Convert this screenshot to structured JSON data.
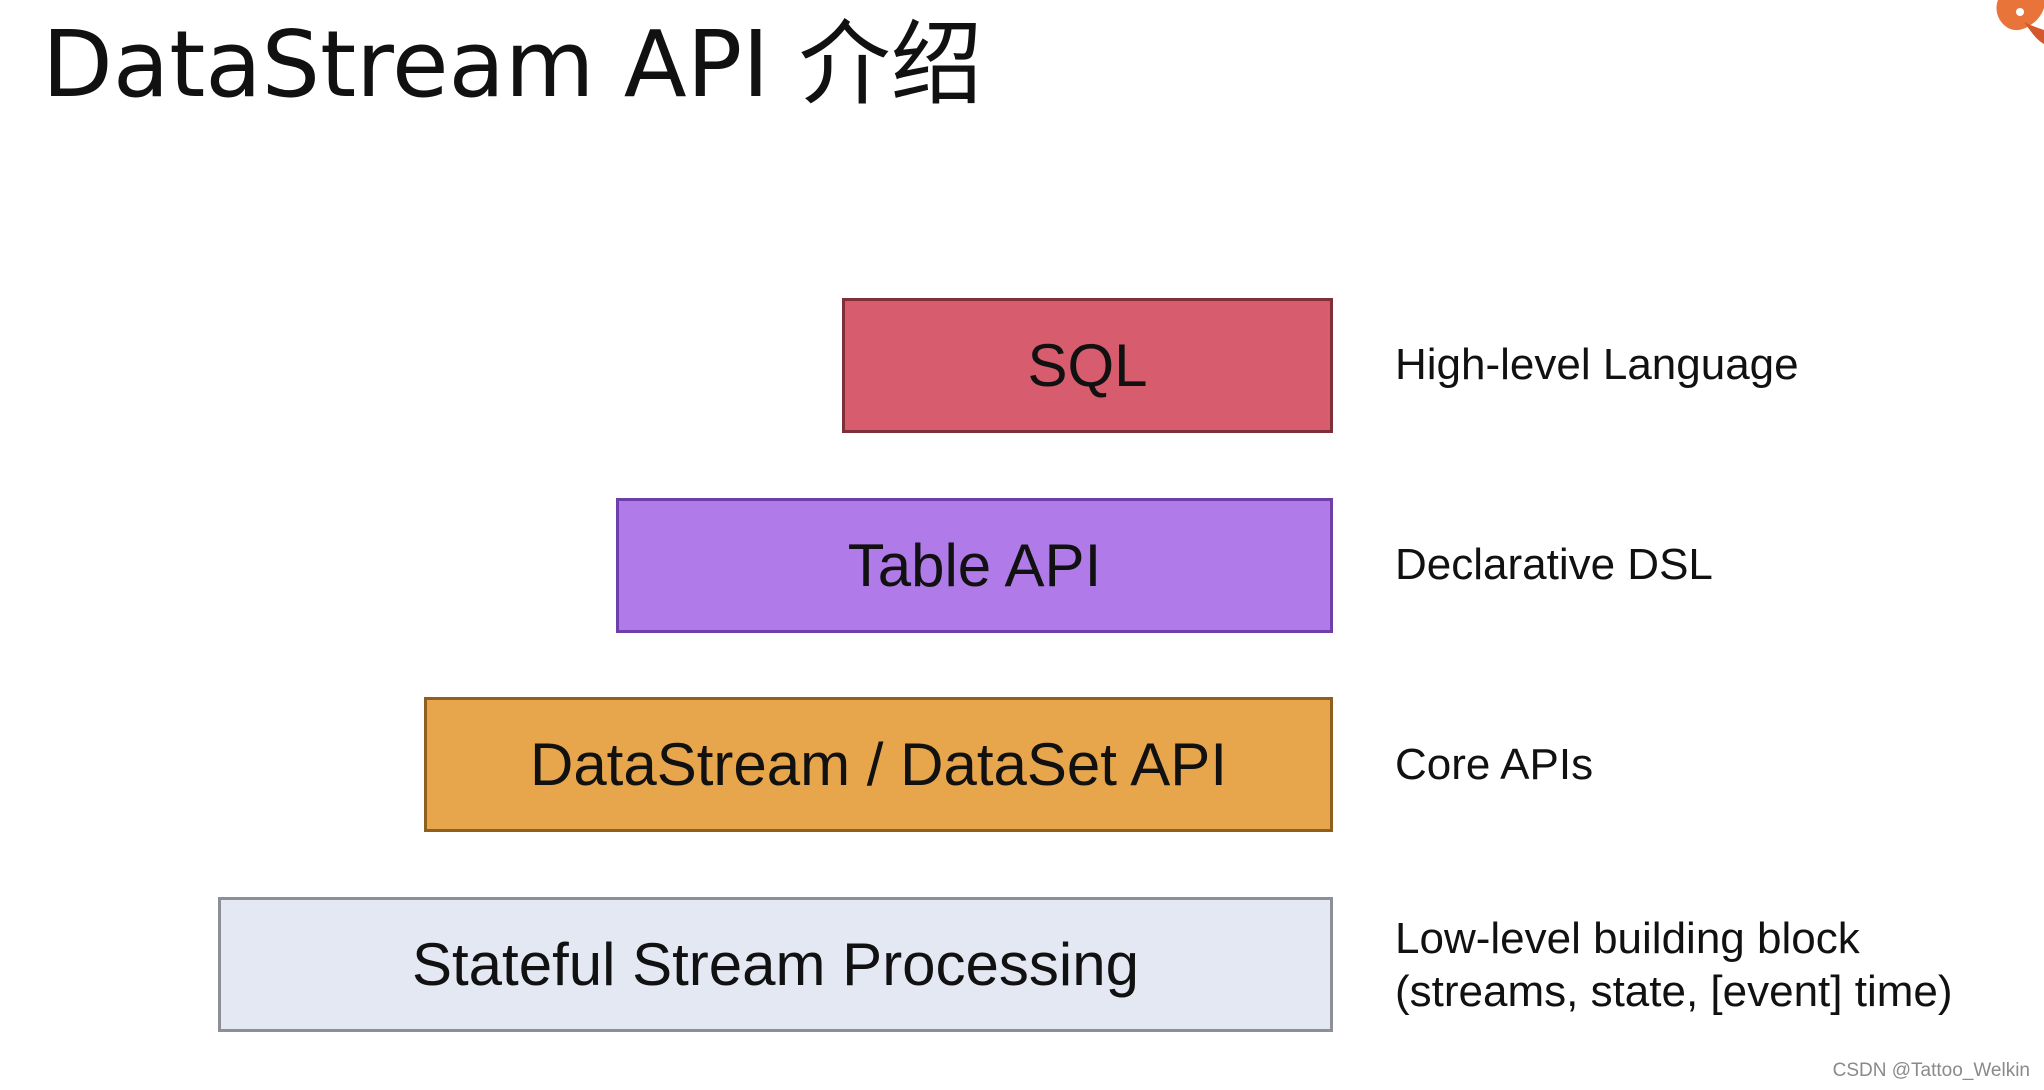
{
  "slide": {
    "title": "DataStream API 介绍"
  },
  "layers": [
    {
      "label": "SQL",
      "description": "High-level Language",
      "fill": "#d65c6e",
      "border": "#7e2f3a"
    },
    {
      "label": "Table API",
      "description": "Declarative DSL",
      "fill": "#b07ae8",
      "border": "#6e3fa8"
    },
    {
      "label": "DataStream / DataSet API",
      "description": "Core APIs",
      "fill": "#e8a64c",
      "border": "#8f5f20"
    },
    {
      "label": "Stateful Stream Processing",
      "description_line1": "Low-level building block",
      "description_line2": "(streams, state, [event] time)",
      "fill": "#e3e8f2",
      "border": "#8d8f96"
    }
  ],
  "watermark": "CSDN @Tattoo_Welkin",
  "icons": {
    "logo": "squirrel-logo-icon"
  }
}
